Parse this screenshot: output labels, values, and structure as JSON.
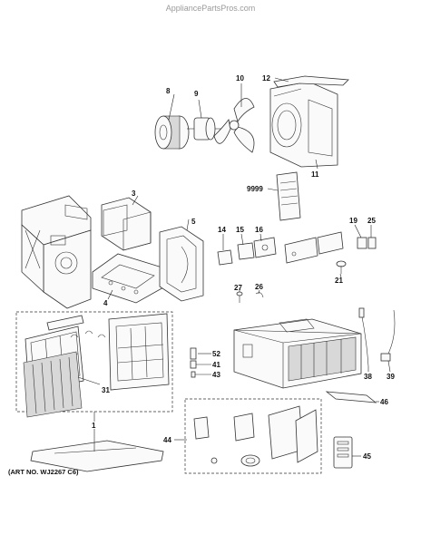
{
  "site_watermark": "AppliancePartsPros.com",
  "art_number": "(ART NO. WJ2267 C6)",
  "callouts": {
    "c1": "1",
    "c3": "3",
    "c4": "4",
    "c5": "5",
    "c8": "8",
    "c9": "9",
    "c10": "10",
    "c11": "11",
    "c12": "12",
    "c14": "14",
    "c15": "15",
    "c16": "16",
    "c19": "19",
    "c21": "21",
    "c25": "25",
    "c26": "26",
    "c27": "27",
    "c31": "31",
    "c38": "38",
    "c39": "39",
    "c41": "41",
    "c43": "43",
    "c44": "44",
    "c45": "45",
    "c46": "46",
    "c52": "52",
    "c9999": "9999"
  }
}
